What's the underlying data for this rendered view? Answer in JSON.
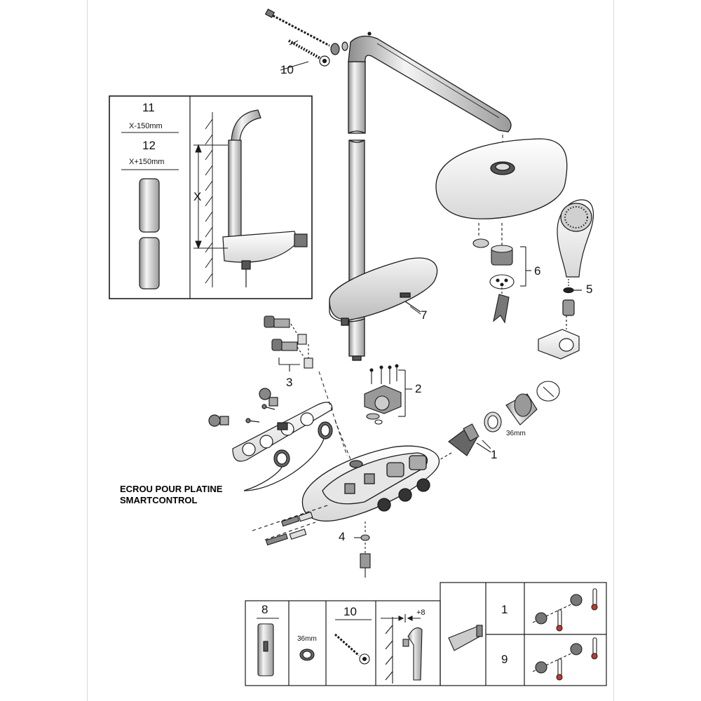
{
  "callouts": {
    "c1": "1",
    "c2": "2",
    "c3": "3",
    "c4": "4",
    "c5": "5",
    "c6": "6",
    "c7": "7",
    "c10": "10"
  },
  "nut_size": "36mm",
  "note": {
    "line1": "ECROU POUR PLATINE",
    "line2": "SMARTCONTROL"
  },
  "inset": {
    "item11": "11",
    "item11_size": "X-150mm",
    "item12": "12",
    "item12_size": "X+150mm",
    "dimension": "X"
  },
  "legend": {
    "item8": "8",
    "nut_size": "36mm",
    "item10": "10",
    "offset": "+8",
    "item1": "1",
    "item9": "9"
  },
  "colors": {
    "line": "#1a1a1a",
    "fill_light": "#f2f2f2",
    "fill_mid": "#c8c8c8",
    "fill_dark": "#3a3a3a",
    "thermo_red": "#c0392b"
  }
}
